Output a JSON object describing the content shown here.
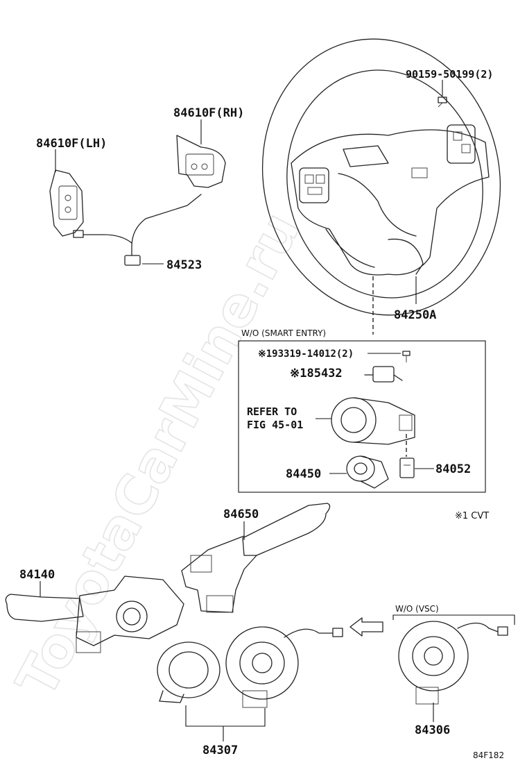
{
  "labels": {
    "bolt_top": "90159-50199(2)",
    "switch_rh": "84610F(RH)",
    "switch_lh": "84610F(LH)",
    "wire": "84523",
    "wheel": "84250A",
    "screw": "※193319-14012(2)",
    "sensor": "※185432",
    "refer_line1": "REFER TO",
    "refer_line2": "FIG 45-01",
    "cylinder": "84450",
    "plug": "84052",
    "wiper_switch": "84650",
    "turn_switch": "84140",
    "spiral_cable": "84307",
    "spiral_cable_no_vsc": "84306"
  },
  "notes": {
    "smart_entry_box": "W/O (SMART ENTRY)",
    "cvt_note": "※1 CVT",
    "vsc_note": "W/O (VSC)",
    "figure_code": "84F182"
  },
  "watermark": "ToyotaCarMine.ru"
}
